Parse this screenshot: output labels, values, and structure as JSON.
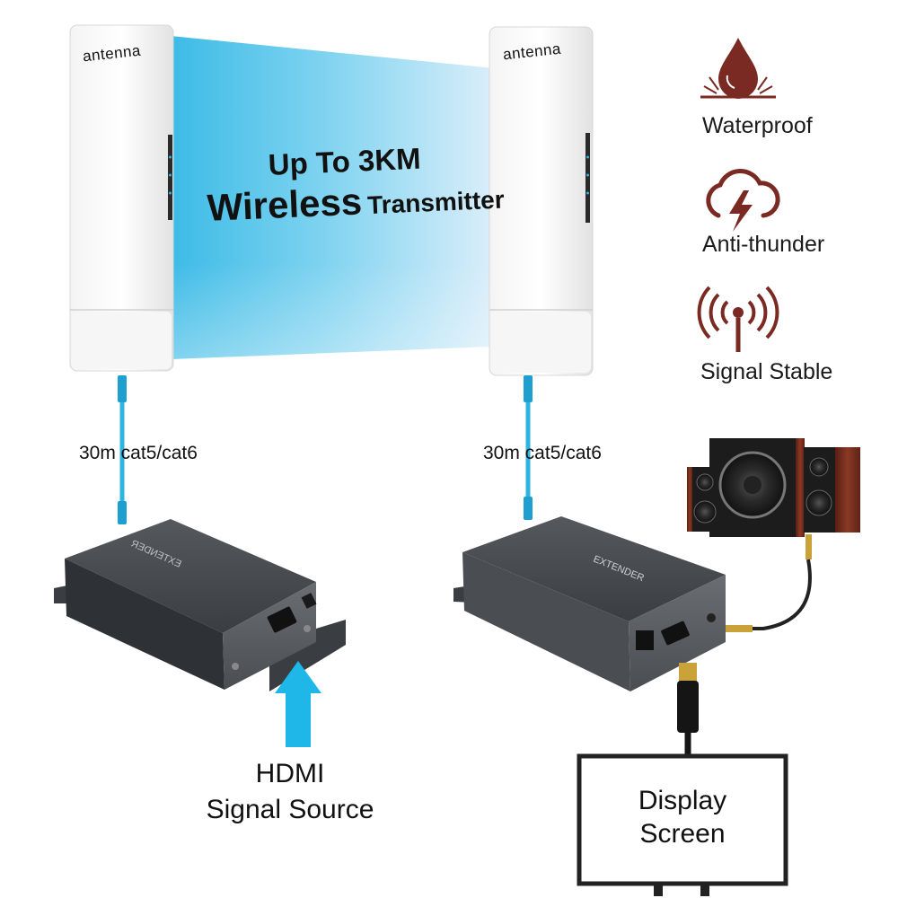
{
  "antennas": {
    "left_label": "antenna",
    "right_label": "antenna"
  },
  "headline": {
    "line1_a": "Up To ",
    "line1_b": "3KM",
    "line2_a": "Wireless",
    "line2_b": "Transmitter"
  },
  "cables": {
    "left": "30m cat5/cat6",
    "right": "30m cat5/cat6"
  },
  "features": [
    {
      "label": "Waterproof",
      "icon": "water-drop-icon"
    },
    {
      "label": "Anti-thunder",
      "icon": "storm-cloud-icon"
    },
    {
      "label": "Signal Stable",
      "icon": "signal-tower-icon"
    }
  ],
  "source": {
    "line1": "HDMI",
    "line2": "Signal Source"
  },
  "display": {
    "line1": "Display",
    "line2": "Screen"
  },
  "colors": {
    "beam": "#4fc3e8",
    "arrow": "#1fb6e8",
    "icon": "#7a2a22",
    "cable": "#2fb4e0",
    "device": "#3c4045"
  }
}
